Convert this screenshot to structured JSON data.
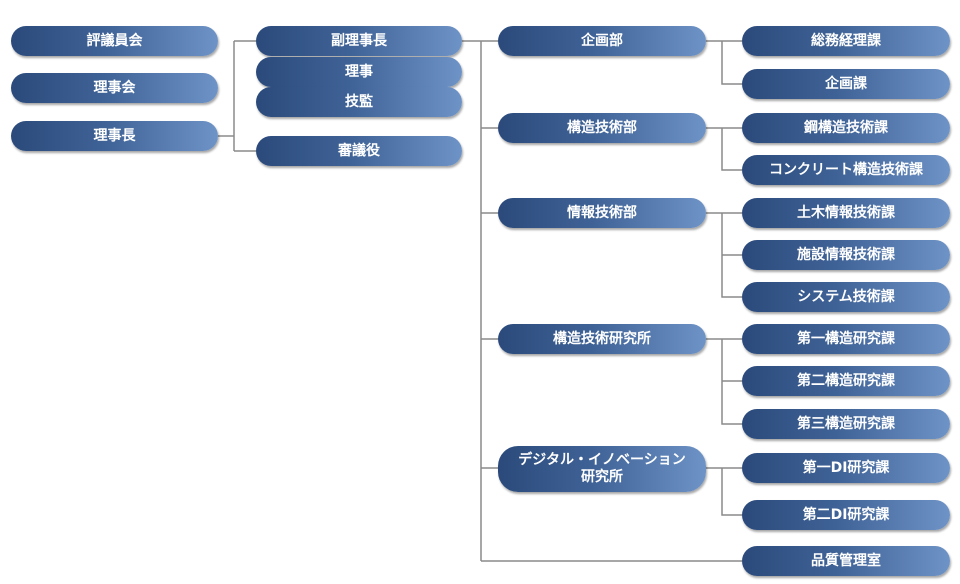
{
  "left": {
    "hyogiinkai": "評議員会",
    "rijikai": "理事会",
    "richo": "理事長"
  },
  "executives": {
    "fukurijicho": "副理事長",
    "riji": "理事",
    "kansa": "技監",
    "shingiyaku": "審議役"
  },
  "departments": [
    {
      "name": "企画部",
      "sections": [
        "総務経理課",
        "企画課"
      ]
    },
    {
      "name": "構造技術部",
      "sections": [
        "鋼構造技術課",
        "コンクリート構造技術課"
      ]
    },
    {
      "name": "情報技術部",
      "sections": [
        "土木情報技術課",
        "施設情報技術課",
        "システム技術課"
      ]
    },
    {
      "name": "構造技術研究所",
      "sections": [
        "第一構造研究課",
        "第二構造研究課",
        "第三構造研究課"
      ]
    },
    {
      "name_line1": "デジタル・イノベーション",
      "name_line2": "研究所",
      "sections": [
        "第一DI研究課",
        "第二DI研究課"
      ]
    }
  ],
  "quality_office": "品質管理室"
}
